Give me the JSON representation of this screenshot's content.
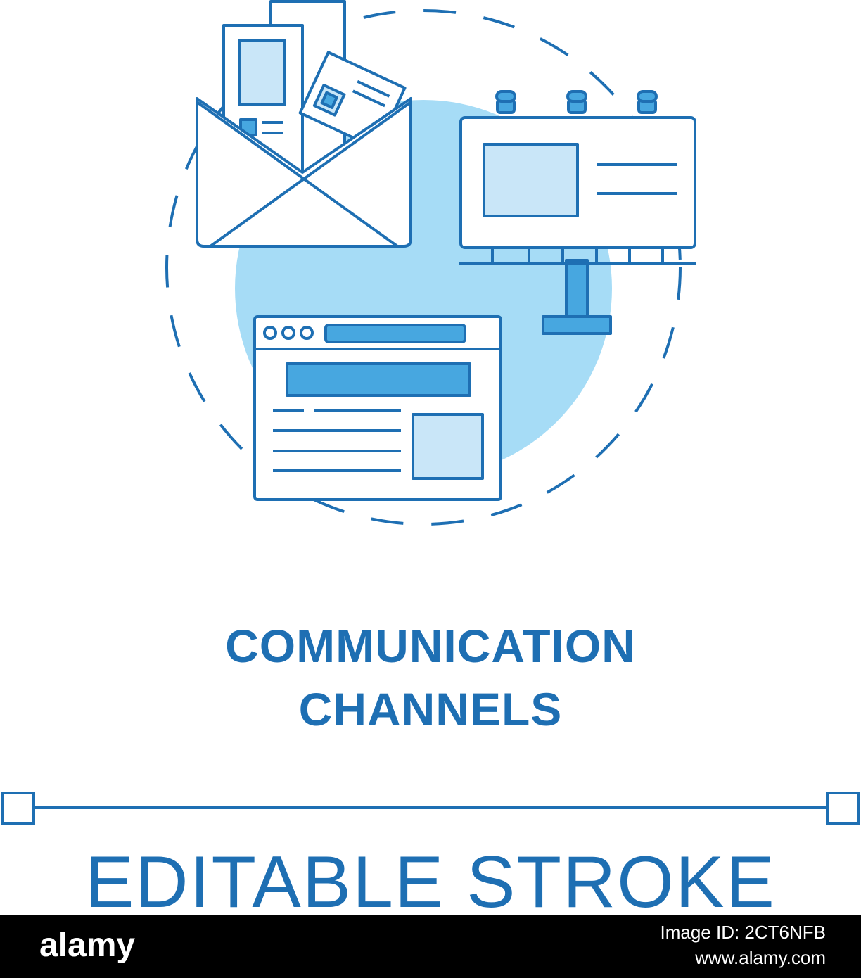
{
  "colors": {
    "stroke": "#1e6fb3",
    "fill_light": "#c9e6f8",
    "fill_mid": "#47a7e0",
    "circle": "#a6dcf6",
    "background": "#ffffff",
    "footer": "#000000"
  },
  "icons": [
    "envelope-icon",
    "billboard-icon",
    "browser-window-icon",
    "dashed-circle",
    "stroke-handle-icon"
  ],
  "title": {
    "line1": "COMMUNICATION",
    "line2": "CHANNELS"
  },
  "stroke_label": "EDITABLE STROKE",
  "watermark": {
    "brand": "alamy",
    "image_id": "Image ID: 2CT6NFB",
    "url": "www.alamy.com"
  }
}
